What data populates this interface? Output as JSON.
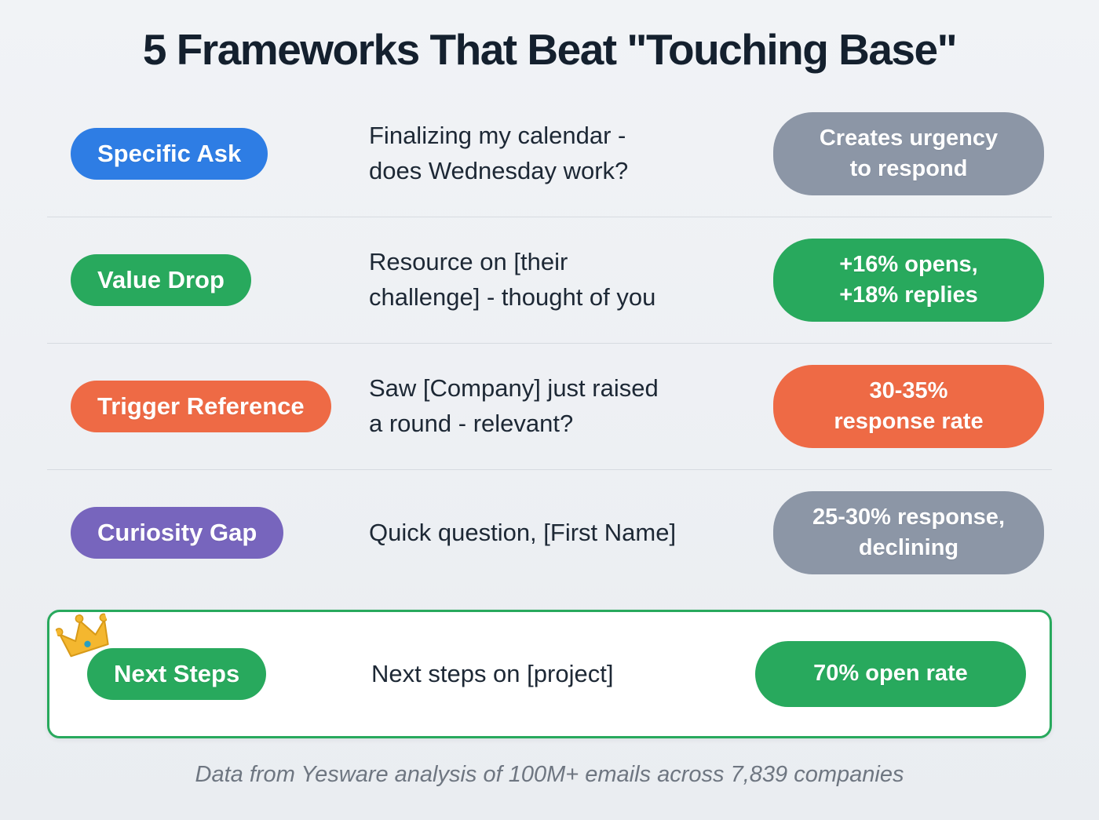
{
  "title": "5 Frameworks That Beat \"Touching Base\"",
  "rows": [
    {
      "label": "Specific Ask",
      "label_color": "#2e7de4",
      "example": "Finalizing my calendar -\ndoes Wednesday work?",
      "result": "Creates urgency\nto respond",
      "result_color": "#8c96a6"
    },
    {
      "label": "Value Drop",
      "label_color": "#28a95d",
      "example": "Resource on [their\nchallenge] - thought of you",
      "result": "+16% opens,\n+18% replies",
      "result_color": "#28a95d"
    },
    {
      "label": "Trigger Reference",
      "label_color": "#ee6a45",
      "example": "Saw [Company] just raised\na round - relevant?",
      "result": "30-35%\nresponse rate",
      "result_color": "#ee6a45"
    },
    {
      "label": "Curiosity Gap",
      "label_color": "#7765bd",
      "example": "Quick question, [First Name]",
      "result": "25-30% response,\ndeclining",
      "result_color": "#8c96a6"
    },
    {
      "label": "Next Steps",
      "label_color": "#28a95d",
      "example": "Next steps on [project]",
      "result": "70% open rate",
      "result_color": "#28a95d"
    }
  ],
  "highlight": {
    "border_color": "#28a95d",
    "icon": "crown-icon",
    "crown_color": "#f4b72f"
  },
  "footer": "Data from Yesware analysis of 100M+ emails across 7,839 companies"
}
